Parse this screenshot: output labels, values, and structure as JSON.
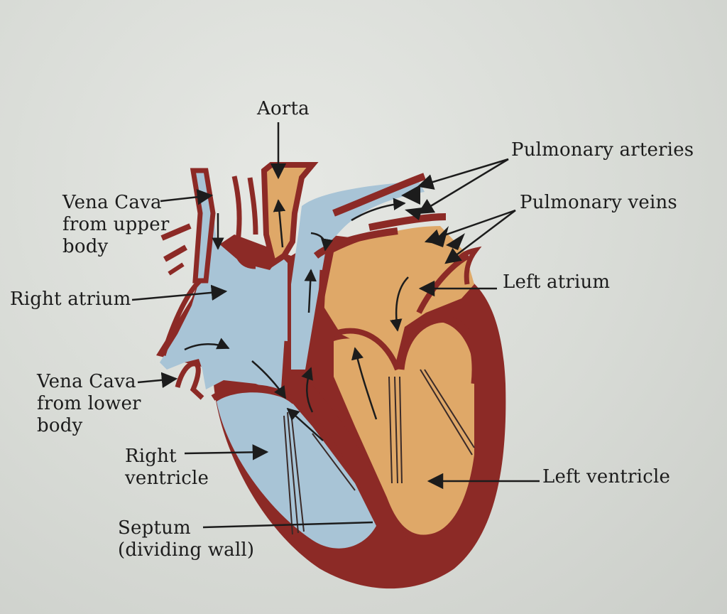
{
  "labels": {
    "aorta": "Aorta",
    "pulmonary_arteries": "Pulmonary arteries",
    "pulmonary_veins": "Pulmonary veins",
    "vena_cava_upper": [
      "Vena Cava",
      "from upper",
      "body"
    ],
    "right_atrium": "Right atrium",
    "left_atrium": "Left atrium",
    "vena_cava_lower": [
      "Vena Cava",
      "from lower",
      "body"
    ],
    "right_ventricle": [
      "Right",
      "ventricle"
    ],
    "left_ventricle": "Left ventricle",
    "septum": [
      "Septum",
      "(dividing wall)"
    ]
  },
  "colors": {
    "muscle": "#8c2a26",
    "deoxygenated_blood": "#a8c4d6",
    "oxygenated_blood": "#dfa868",
    "ink": "#1c1c1c"
  }
}
